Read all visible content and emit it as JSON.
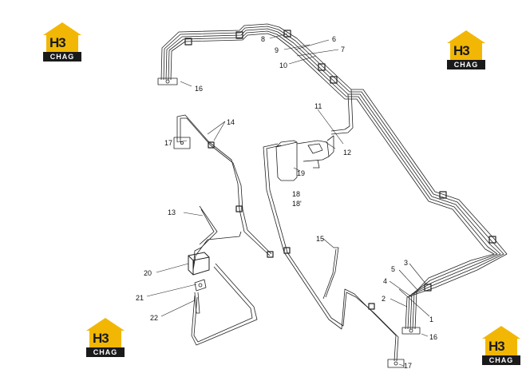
{
  "brand": {
    "mark": "H3",
    "word": "CHAG",
    "color": "#f2b705"
  },
  "callouts": [
    "1",
    "2",
    "3",
    "4",
    "5",
    "6",
    "7",
    "8",
    "9",
    "10",
    "11",
    "12",
    "13",
    "14",
    "15",
    "16",
    "16",
    "17",
    "17",
    "18",
    "18'",
    "19",
    "20",
    "21",
    "22"
  ]
}
